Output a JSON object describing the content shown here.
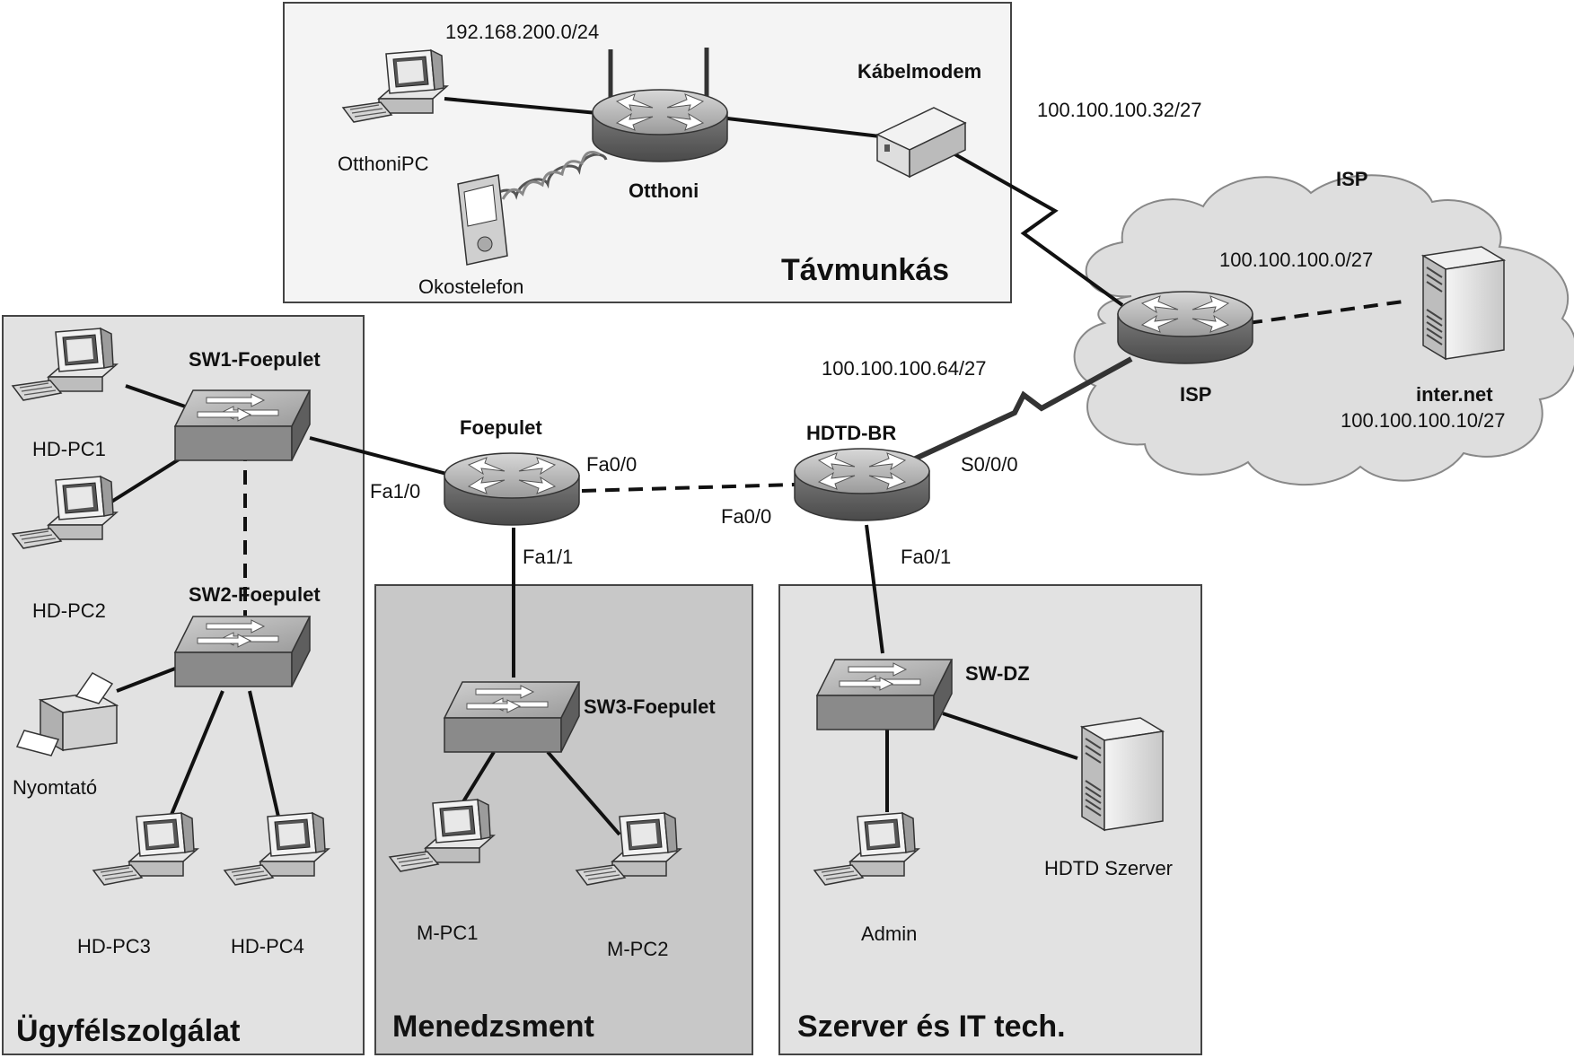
{
  "zones": {
    "tavmunkas": "Távmunkás",
    "ugyfel": "Ügyfélszolgálat",
    "menedzsment": "Menedzsment",
    "szerver": "Szerver és IT tech."
  },
  "cloud": {
    "label": "ISP"
  },
  "networks": {
    "home_lan": "192.168.200.0/24",
    "cable": "100.100.100.32/27",
    "isp_lan": "100.100.100.0/27",
    "wan": "100.100.100.64/27",
    "internet_addr": "100.100.100.10/27"
  },
  "devices": {
    "otthonipc": "OtthoniPC",
    "okostelefon": "Okostelefon",
    "otthoni": "Otthoni",
    "kabelmodem": "Kábelmodem",
    "isp_router": "ISP",
    "internet": "inter.net",
    "sw1": "SW1-Foepulet",
    "sw2": "SW2-Foepulet",
    "sw3": "SW3-Foepulet",
    "swdz": "SW-DZ",
    "foepulet": "Foepulet",
    "hdtdbr": "HDTD-BR",
    "hdpc1": "HD-PC1",
    "hdpc2": "HD-PC2",
    "hdpc3": "HD-PC3",
    "hdpc4": "HD-PC4",
    "nyomtato": "Nyomtató",
    "mpc1": "M-PC1",
    "mpc2": "M-PC2",
    "admin": "Admin",
    "hdtd_szerver": "HDTD Szerver"
  },
  "ports": {
    "fa10": "Fa1/0",
    "fa00_foe": "Fa0/0",
    "fa11": "Fa1/1",
    "fa00_br": "Fa0/0",
    "s000": "S0/0/0",
    "fa01": "Fa0/1"
  }
}
